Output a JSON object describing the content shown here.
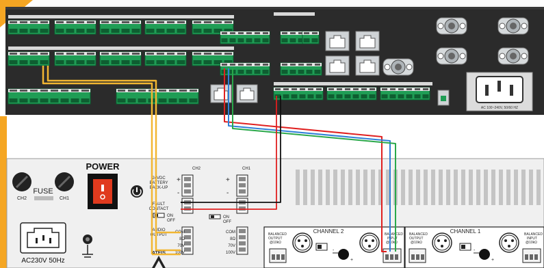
{
  "colors": {
    "accent_orange": "#f5a623",
    "rack_panel": "#2b2b2b",
    "terminal_green": "#1f9d55",
    "wire_red": "#e02020",
    "wire_blue": "#2f7fd8",
    "wire_green": "#2aa84a",
    "wire_black": "#111111",
    "wire_yellow": "#f2b632"
  },
  "top_device": {
    "power_label": "AC 100~240V, 50/60 HZ"
  },
  "amplifier": {
    "power_label": "POWER",
    "fuse_label": "FUSE",
    "fuse_ch2": "CH2",
    "fuse_ch1": "CH1",
    "ac_label": "AC230V 50Hz",
    "battery_label": [
      "24VDC",
      "BATTERY",
      "BACK-UP"
    ],
    "fault_label": [
      "FAULT",
      "CONTACT"
    ],
    "audio_output_label": [
      "AUDIO",
      "OUTPUT"
    ],
    "ch2_label": "CH2",
    "ch1_label": "CH1",
    "on_label": "ON",
    "off_label": "OFF",
    "com_label": "COM",
    "ohm_label": "8Ω",
    "v70_label": "70V",
    "v100_label": "100V",
    "brand_label": "ATEIS",
    "channel2_label": "CHANNEL 2",
    "channel1_label": "CHANNEL 1",
    "balanced_output_label": [
      "BALANCED",
      "OUTPUT",
      "@10kΩ"
    ],
    "balanced_input_label": [
      "BALANCED",
      "INPUT",
      "@10kΩ"
    ],
    "plus_label": "+",
    "minus_label": "-"
  }
}
